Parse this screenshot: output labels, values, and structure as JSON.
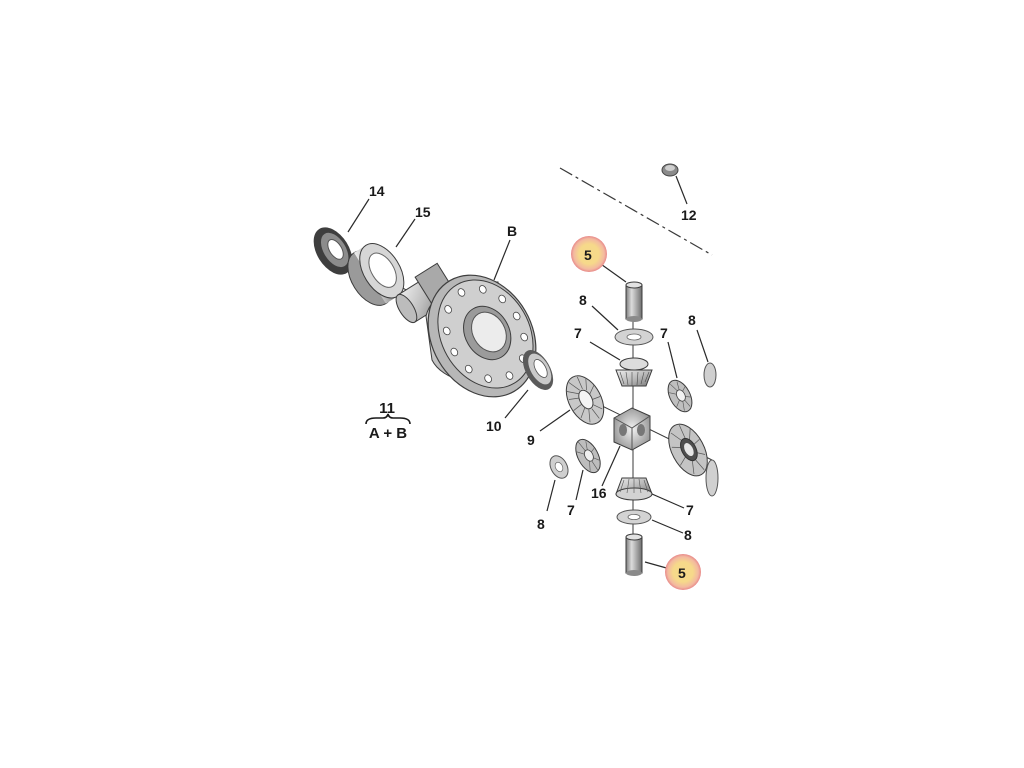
{
  "diagram": {
    "callouts": {
      "c14": "14",
      "c15": "15",
      "cB": "B",
      "c12": "12",
      "c5_top": "5",
      "c8_top": "8",
      "c7_topleft": "7",
      "c7_topright": "7",
      "c8_right": "8",
      "c10": "10",
      "c9": "9",
      "c16": "16",
      "c7_botright": "7",
      "c8_botright": "8",
      "c8_botleft": "8",
      "c7_botleft": "7",
      "c5_bottom": "5"
    },
    "assembly": {
      "number": "11",
      "formula": "A + B"
    },
    "colors": {
      "highlight_fill": "#f6d98a",
      "highlight_ring": "#e88a8a",
      "metal_light": "#d8d8d8",
      "metal_mid": "#a8a8a8",
      "metal_dark": "#6a6a6a"
    }
  }
}
